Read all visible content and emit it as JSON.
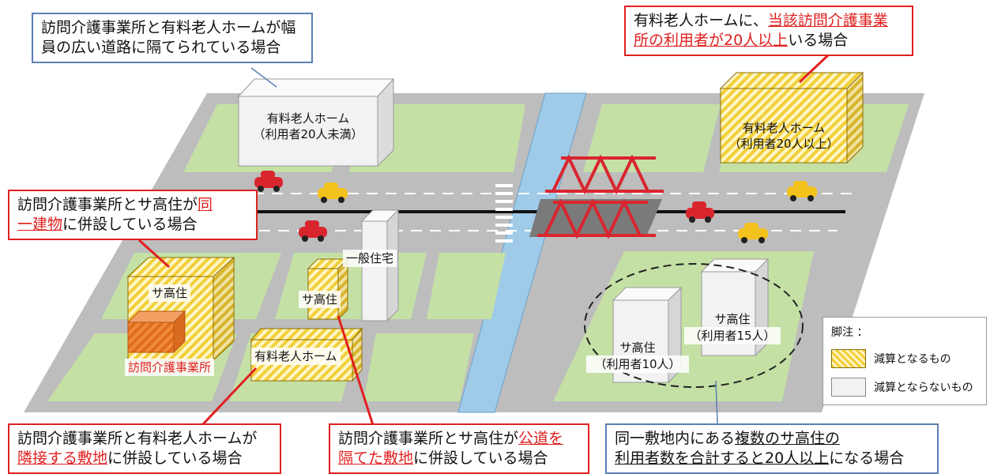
{
  "callouts": {
    "wide_road": {
      "line1": "訪問介護事業所と有料老人ホームが幅",
      "line2": "員の広い道路に隔てられている場合"
    },
    "over20": {
      "p1": "有料老人ホームに、",
      "p2_hl": "当該訪問介護事業",
      "p3_hl": "所の利用者が20人以上",
      "p4": "いる場合"
    },
    "same_building": {
      "p1": "訪問介護事業所とサ高住が",
      "p2_hl": "同",
      "p3_hl": "一建物",
      "p4": "に併設している場合"
    },
    "adjacent": {
      "p1": "訪問介護事業所と有料老人ホームが",
      "p2_hl": "隣接する敷地",
      "p3": "に併設している場合"
    },
    "public_road": {
      "p1": "訪問介護事業所とサ高住が",
      "p2_hl": "公道を",
      "p3_hl": "隔てた敷地",
      "p4": "に併設している場合"
    },
    "same_site": {
      "p1": "同一敷地内にある",
      "p2_ul": "複数のサ高住の",
      "p3_ul": "利用者数を合計すると20人以上",
      "p4": "になる場合"
    }
  },
  "buildings": {
    "home_under20_name": "有料老人ホーム",
    "home_under20_note": "（利用者20人未満）",
    "home_over20_name": "有料老人ホーム",
    "home_over20_note": "（利用者20人以上）",
    "general_housing": "一般住宅",
    "sakoju_main": "サ高住",
    "home_care_office": "訪問介護事業所",
    "sakoju_small": "サ高住",
    "home_adjacent": "有料老人ホーム",
    "sakoju_10_name": "サ高住",
    "sakoju_10_note": "（利用者10人）",
    "sakoju_15_name": "サ高住",
    "sakoju_15_note": "（利用者15人）"
  },
  "legend": {
    "title": "脚注",
    "sep": "：",
    "reduced": "減算となるもの",
    "not_reduced": "減算とならないもの"
  },
  "colors": {
    "highlight": "#e02020",
    "blue_frame": "#5b7fb4",
    "grass": "#c5e0a5",
    "road": "#bdbdbd",
    "river": "#9fcbe8",
    "bridge": "#d9262e"
  }
}
